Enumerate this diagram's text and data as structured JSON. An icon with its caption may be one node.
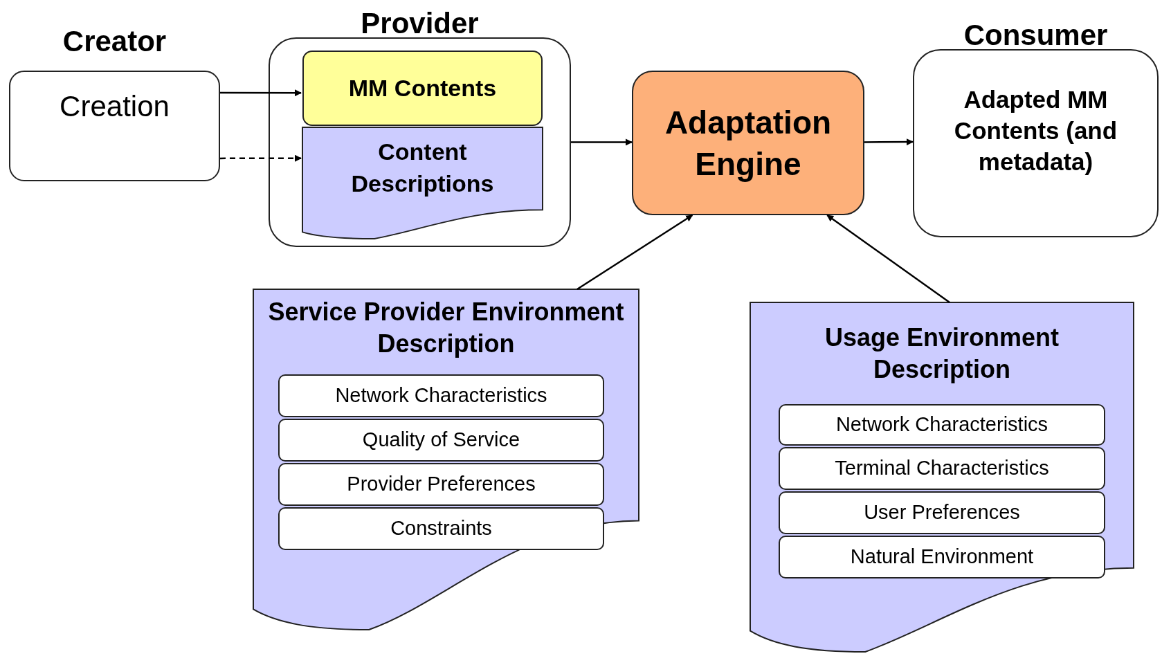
{
  "diagram": {
    "nodes": [
      {
        "text": [
          "Creator",
          "Creation"
        ]
      },
      {
        "text": [
          "Provider"
        ]
      },
      {
        "text": [
          "MM Contents"
        ],
        "in": 1
      },
      {
        "text": [
          "Content Descriptions"
        ],
        "in": 1
      },
      {
        "text": [
          "Adaptation Engine"
        ]
      },
      {
        "text": [
          "Consumer",
          "Adapted MM Contents (and metadata)"
        ]
      },
      {
        "text": [
          "Service Provider Environment Description"
        ]
      },
      {
        "text": [
          "Network Characteristics"
        ],
        "in": 6
      },
      {
        "text": [
          "Quality of Service"
        ],
        "in": 6
      },
      {
        "text": [
          "Provider Preferences"
        ],
        "in": 6
      },
      {
        "text": [
          "Constraints"
        ],
        "in": 6
      },
      {
        "text": [
          "Usage Environment Description"
        ]
      },
      {
        "text": [
          "Network Characteristics"
        ],
        "in": 11
      },
      {
        "text": [
          "Terminal Characteristics"
        ],
        "in": 11
      },
      {
        "text": [
          "User Preferences"
        ],
        "in": 11
      },
      {
        "text": [
          "Natural Environment"
        ],
        "in": 11
      }
    ],
    "edges": [
      {
        "from": 0,
        "to": 2,
        "arrow": "to"
      },
      {
        "from": 0,
        "to": 3,
        "arrow": "to",
        "style": "dashed"
      },
      {
        "from": 1,
        "to": 4,
        "arrow": "to"
      },
      {
        "from": 4,
        "to": 5,
        "arrow": "to"
      },
      {
        "from": 6,
        "to": 4,
        "arrow": "to"
      },
      {
        "from": 11,
        "to": 4,
        "arrow": "to"
      }
    ]
  }
}
